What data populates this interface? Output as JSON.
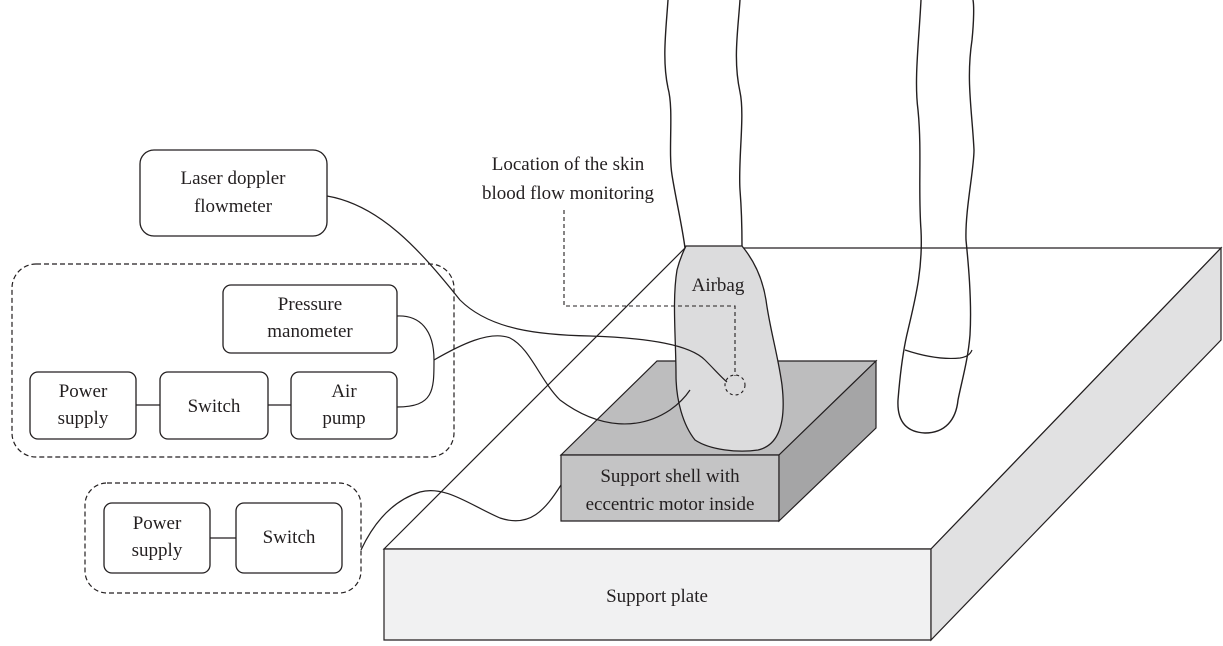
{
  "labels": {
    "laser_doppler": [
      "Laser doppler",
      "flowmeter"
    ],
    "monitoring_location": [
      "Location of the skin",
      "blood flow monitoring"
    ],
    "airbag": "Airbag",
    "pressure_manometer": [
      "Pressure",
      "manometer"
    ],
    "power_supply_top": [
      "Power",
      "supply"
    ],
    "switch_top": "Switch",
    "air_pump": [
      "Air",
      "pump"
    ],
    "support_shell": [
      "Support shell with",
      "eccentric motor inside"
    ],
    "power_supply_bottom": [
      "Power",
      "supply"
    ],
    "switch_bottom": "Switch",
    "support_plate": "Support plate"
  },
  "colors": {
    "stroke": "#231f20",
    "airbag_fill": "#dcdcdd",
    "shell_top": "#bdbdbe",
    "shell_front": "#c4c4c5",
    "shell_side": "#a5a5a6",
    "plate_top": "#ffffff",
    "plate_front": "#f1f1f2",
    "plate_side": "#e1e1e2"
  }
}
